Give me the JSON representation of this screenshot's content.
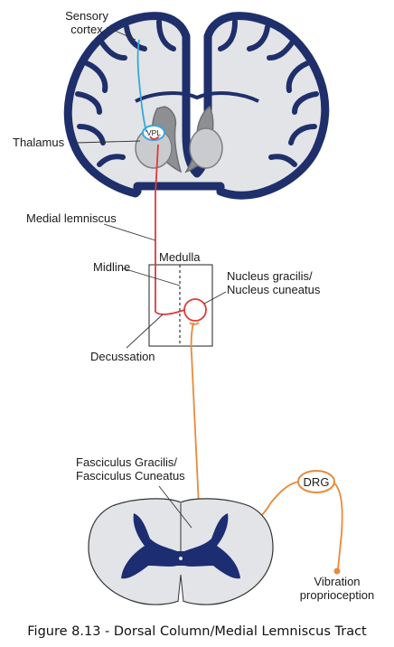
{
  "diagram": {
    "labels": {
      "sensory_cortex_1": "Sensory",
      "sensory_cortex_2": "cortex",
      "thalamus": "Thalamus",
      "vpl": "VPL",
      "medial_lemniscus": "Medial lemniscus",
      "medulla": "Medulla",
      "midline": "Midline",
      "nucleus_1": "Nucleus gracilis/",
      "nucleus_2": "Nucleus cuneatus",
      "decussation": "Decussation",
      "fasciculus_1": "Fasciculus Gracilis/",
      "fasciculus_2": "Fasciculus Cuneatus",
      "drg": "DRG",
      "vibration_1": "Vibration",
      "vibration_2": "proprioception"
    },
    "caption": "Figure 8.13 - Dorsal Column/Medial Lemniscus Tract",
    "colors": {
      "brain_outline": "#1f2f6b",
      "brain_fill": "#e3e4e7",
      "thalamus_fill": "#c9cbce",
      "ventricle": "#8d8f93",
      "tract_blue": "#3aa6dc",
      "tract_red": "#dd3a3a",
      "tract_orange": "#e98a3a",
      "grey_matter": "#1c2d72",
      "spinal_fill": "#e3e4e7"
    }
  }
}
